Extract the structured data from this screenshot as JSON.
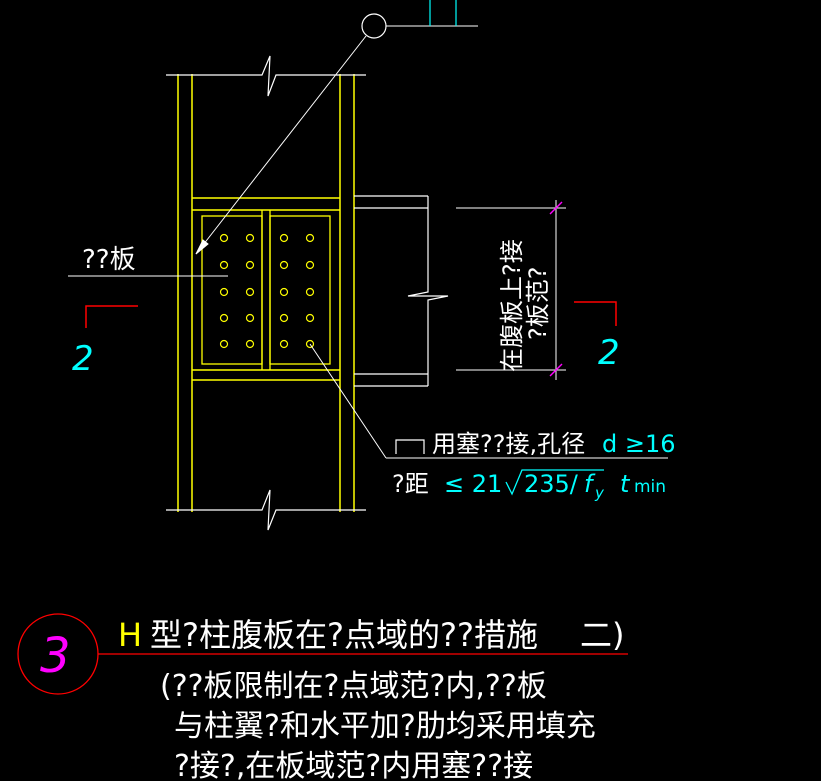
{
  "colors": {
    "background": "#000000",
    "column": "#ffff00",
    "beam": "#ffffff",
    "bolts": "#ffff00",
    "cyan": "#00ffff",
    "red": "#ff0000",
    "magenta": "#ff00ff",
    "white": "#ffffff"
  },
  "labels": {
    "plate": "??板",
    "section_mark_left": "2",
    "section_mark_right": "2",
    "vertical_dim_line1": "在腹板上?接",
    "vertical_dim_line2": "?板范?",
    "note_line1": "用塞??接,孔径",
    "note_d": "d ≥16",
    "note_line2": "?距",
    "note_formula_le": "≤ 21",
    "note_formula_sqrt": "235/",
    "note_formula_fy": "f",
    "note_formula_fy_sub": "y",
    "note_formula_t": "t",
    "note_formula_t_sub": "min"
  },
  "caption": {
    "number": "3",
    "title_h": "H",
    "title_rest": "型?柱腹板在?点域的??措施",
    "title_paren": "二)",
    "body_line1": "(??板限制在?点域范?内,??板",
    "body_line2": "与柱翼?和水平加?肋均采用填充",
    "body_line3": "?接?,在板域范?内用塞??接"
  },
  "icons": {
    "leader_circle": "reference-circle-icon",
    "section_mark": "section-cut-icon",
    "weld_symbol": "weld-symbol-icon"
  }
}
